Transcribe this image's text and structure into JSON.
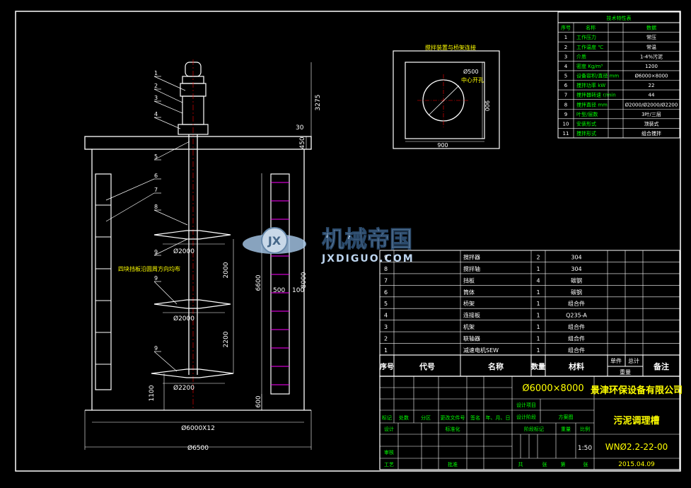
{
  "spec_table": {
    "title": "技术特性表",
    "headers": [
      "序号",
      "名称",
      "数据"
    ],
    "rows": [
      [
        "1",
        "工作压力",
        "常压"
      ],
      [
        "2",
        "工作温度 ℃",
        "常温"
      ],
      [
        "3",
        "介质",
        "1-4%污泥"
      ],
      [
        "4",
        "密度 Kg/m³",
        "1200"
      ],
      [
        "5",
        "设备容积/直径 mm",
        "Ø6000×8000"
      ],
      [
        "6",
        "搅拌功率 kW",
        "22"
      ],
      [
        "7",
        "搅拌器转速 r/min",
        "44"
      ],
      [
        "8",
        "搅拌直径 mm",
        "Ø2000/Ø2000/Ø2200"
      ],
      [
        "9",
        "叶型/层数",
        "3叶/三层"
      ],
      [
        "10",
        "安装形式",
        "顶装式"
      ],
      [
        "11",
        "搅拌形式",
        "组合搅拌"
      ]
    ]
  },
  "plan_view": {
    "title": "搅拌装置与桥架连接",
    "hole_label": "Ø500",
    "hole_note": "中心开孔",
    "width_label": "900",
    "height_label": "900"
  },
  "elevation": {
    "callouts": [
      "1",
      "2",
      "3",
      "4",
      "5",
      "6",
      "7",
      "8",
      "9",
      "9",
      "9"
    ],
    "dims": {
      "top_height": "3275",
      "flange": "30",
      "beam": "450",
      "tank_height": "8000",
      "level": "6600",
      "baffle_w": "500",
      "baffle_gap": "100",
      "span_upper": "2000",
      "span_lower": "2200",
      "bottom_clear": "1100",
      "baffle_bottom": "600",
      "impeller1": "Ø2000",
      "impeller2": "Ø2000",
      "impeller3": "Ø2200",
      "inner_dia": "Ø6000X12",
      "outer_dia": "Ø6500"
    },
    "note": "四块挡板沿圆周方向均布"
  },
  "watermark": {
    "name": "机械帝国",
    "url": "JXDIGUO.COM"
  },
  "bom": {
    "rows": [
      [
        "9",
        "搅拌器",
        "2",
        "304"
      ],
      [
        "8",
        "搅拌轴",
        "1",
        "304"
      ],
      [
        "7",
        "挡板",
        "4",
        "碳钢"
      ],
      [
        "6",
        "筒体",
        "1",
        "碳钢"
      ],
      [
        "5",
        "桥架",
        "1",
        "组合件"
      ],
      [
        "4",
        "连接板",
        "1",
        "Q235-A"
      ],
      [
        "3",
        "机架",
        "1",
        "组合件"
      ],
      [
        "2",
        "联轴器",
        "1",
        "组合件"
      ],
      [
        "1",
        "减速电机SEW",
        "1",
        "组合件"
      ]
    ],
    "header": {
      "no": "序号",
      "code": "代号",
      "name": "名称",
      "qty": "数量",
      "material": "材料",
      "single": "单件",
      "total": "总计",
      "weight": "重量",
      "remark": "备注"
    }
  },
  "title_block": {
    "spec": "Ø6000×8000",
    "company": "景津环保设备有限公司",
    "design_project": "设计项目",
    "design_stage": "设计阶段",
    "design_stage_value": "方案图",
    "product": "污泥调理槽",
    "rev_labels": [
      "标记",
      "处数",
      "分区",
      "更改文件号",
      "签名",
      "年、月、日"
    ],
    "design": "设计",
    "standardize": "标准化",
    "review": "审核",
    "process": "工艺",
    "approve": "批准",
    "stage_mark": "阶段标记",
    "weight": "重量",
    "scale": "比例",
    "scale_value": "1:50",
    "drawing_no": "WNØ2.2-22-00",
    "sheets_total": "共",
    "sheets_unit": "张",
    "sheet_no": "第",
    "sheet_unit": "张",
    "date": "2015.04.09"
  }
}
